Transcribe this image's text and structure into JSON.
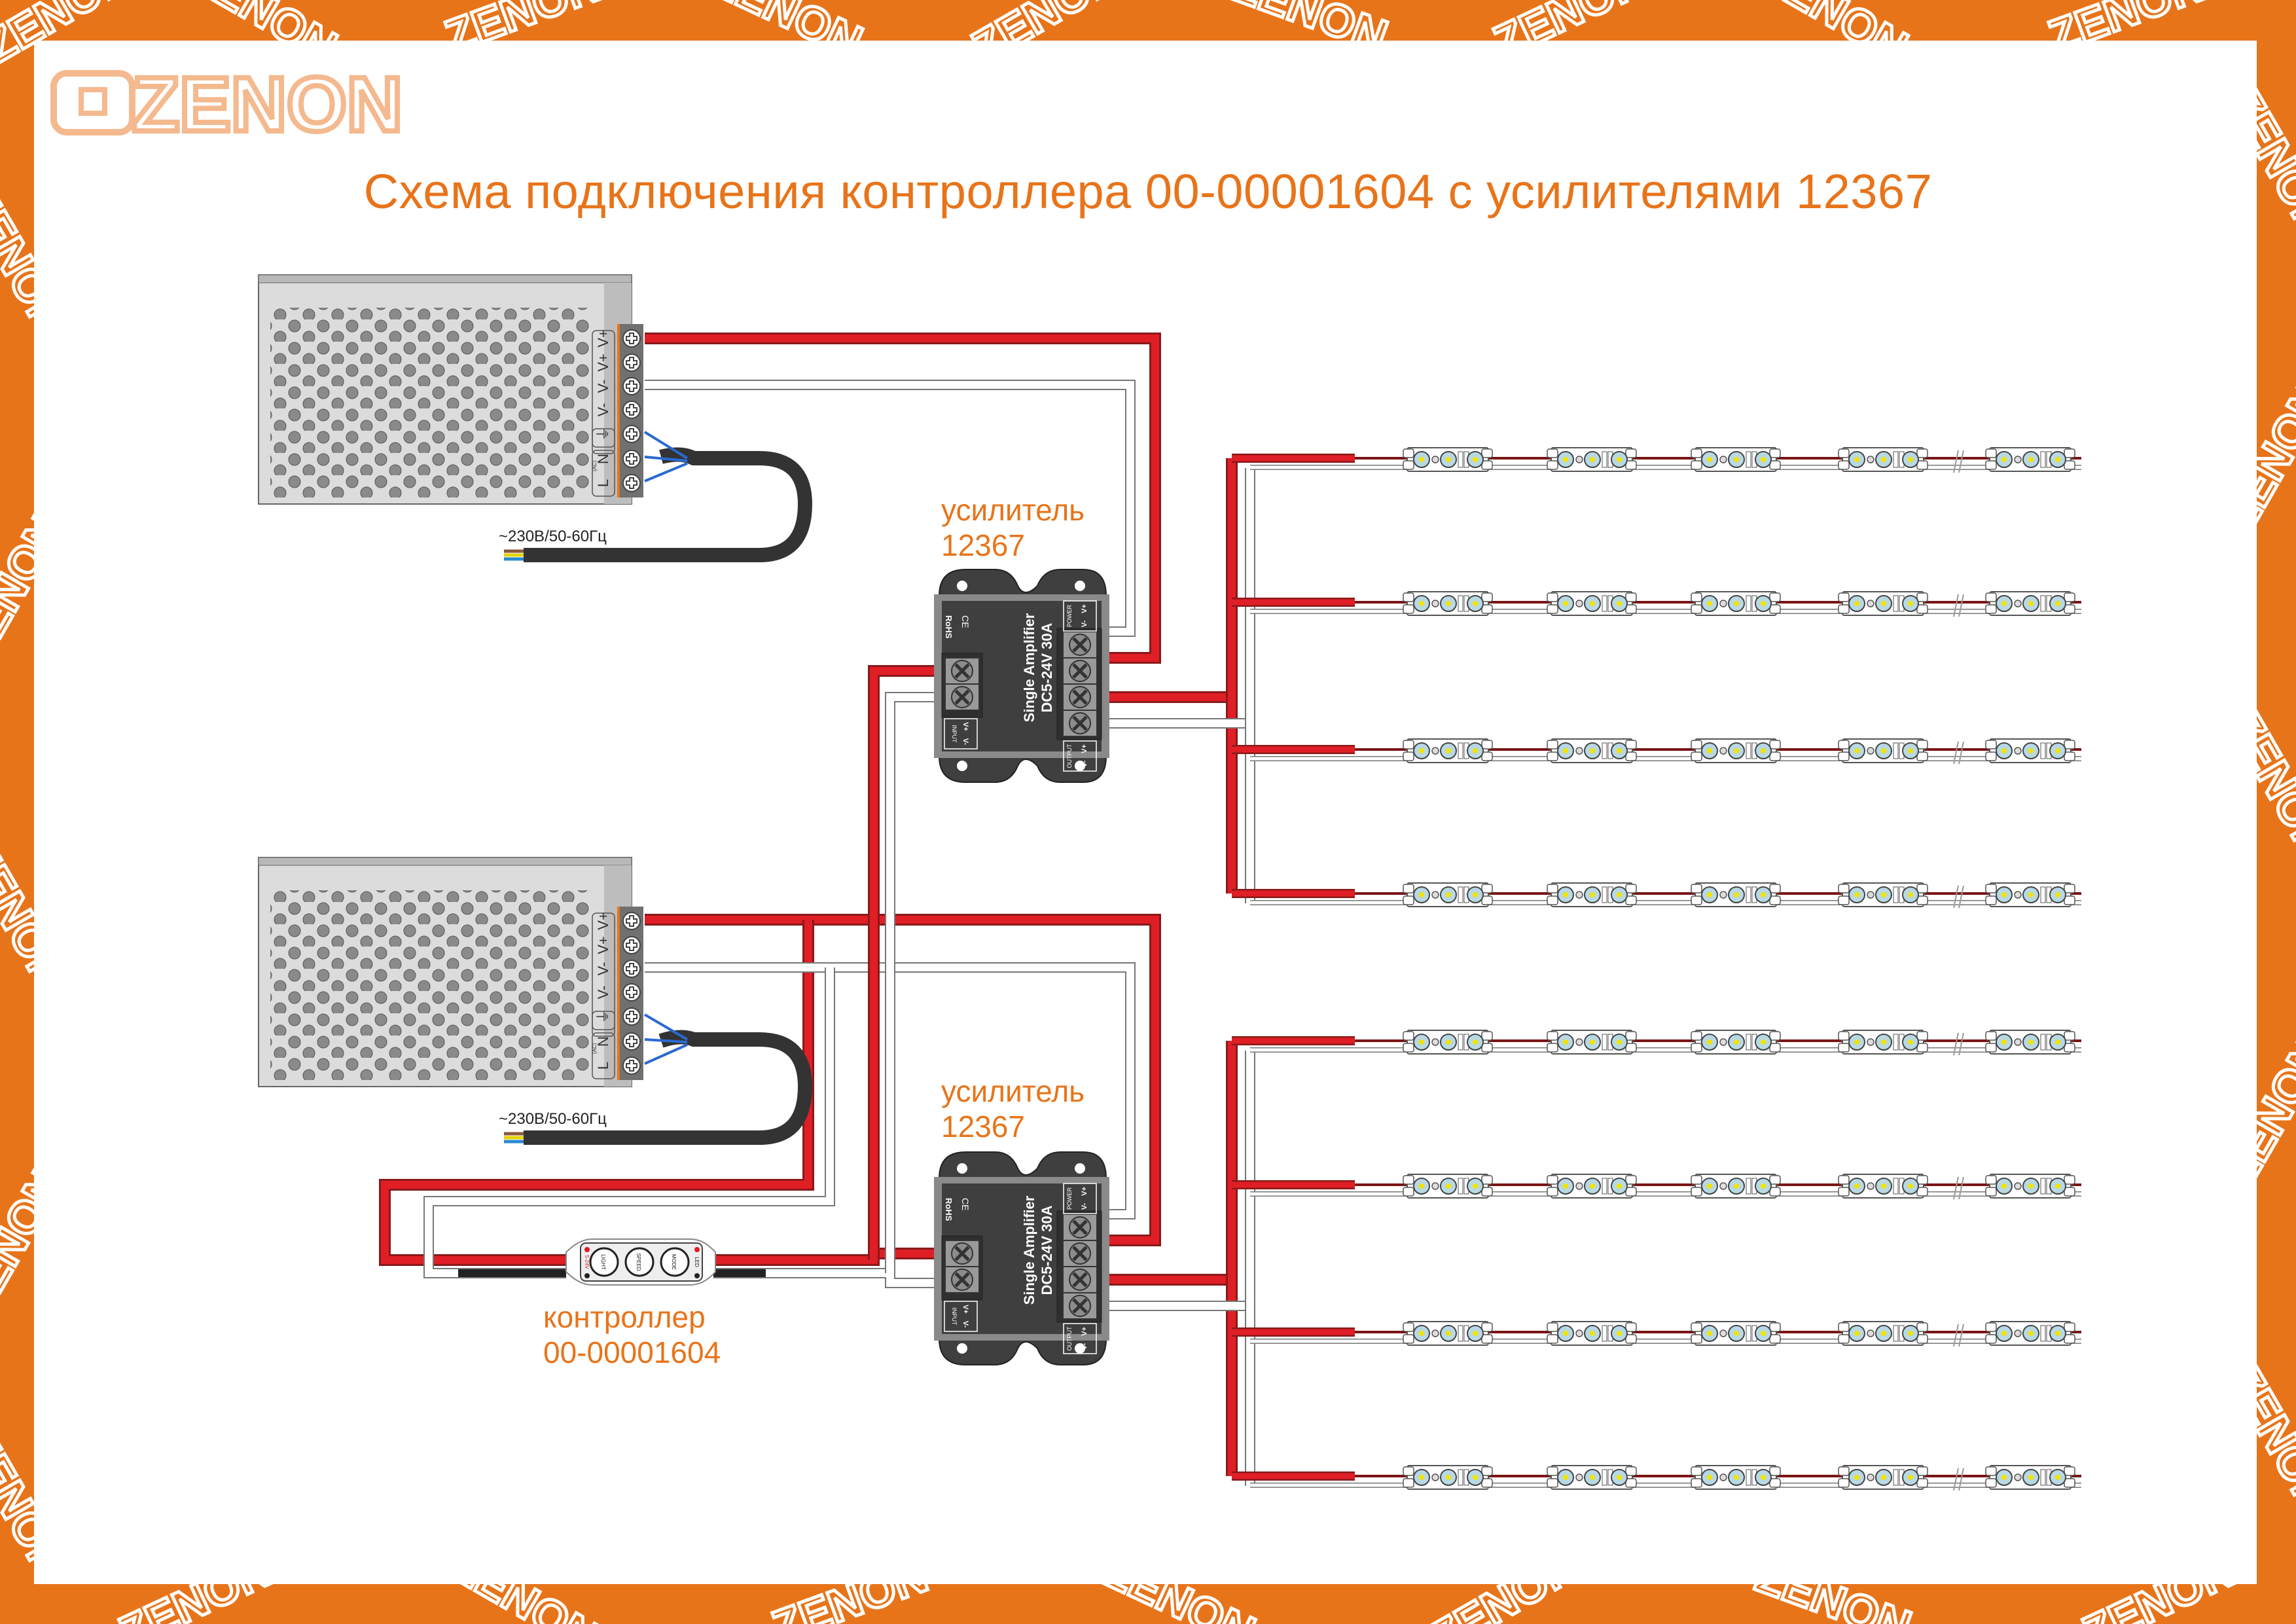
{
  "brand": {
    "logo_text": "ZENON",
    "frame_color": "#E8741A",
    "logo_color": "#F4B98E"
  },
  "title": "Схема подключения контроллера 00-00001604 с усилителями 12367",
  "power_supplies": [
    {
      "id": "psu-1",
      "terminals": [
        "V+",
        "V+",
        "V-",
        "V-",
        "⏚",
        "N",
        "L"
      ],
      "ac_tag": "(AC)",
      "mains_label": "~230В/50-60Гц"
    },
    {
      "id": "psu-2",
      "terminals": [
        "V+",
        "V+",
        "V-",
        "V-",
        "⏚",
        "N",
        "L"
      ],
      "ac_tag": "(AC)",
      "mains_label": "~230В/50-60Гц"
    }
  ],
  "amplifiers": [
    {
      "id": "amp-1",
      "caption_line1": "усилитель",
      "caption_line2": "12367",
      "model_line1": "Single Amplifier",
      "model_line2": "DC5-24V 30A",
      "marks": [
        "RoHS",
        "CE"
      ],
      "power_block": {
        "title": "POWER",
        "pins": [
          "V+",
          "V-"
        ]
      },
      "input_block": {
        "title": "INPUT",
        "pins": [
          "V+",
          "V-"
        ]
      },
      "output_block": {
        "title": "OUTPUT",
        "pins": [
          "V+",
          "V-"
        ]
      }
    },
    {
      "id": "amp-2",
      "caption_line1": "усилитель",
      "caption_line2": "12367",
      "model_line1": "Single Amplifier",
      "model_line2": "DC5-24V 30A",
      "marks": [
        "RoHS",
        "CE"
      ],
      "power_block": {
        "title": "POWER",
        "pins": [
          "V+",
          "V-"
        ]
      },
      "input_block": {
        "title": "INPUT",
        "pins": [
          "V+",
          "V-"
        ]
      },
      "output_block": {
        "title": "OUTPUT",
        "pins": [
          "V+",
          "V-"
        ]
      }
    }
  ],
  "controller": {
    "caption_line1": "контроллер",
    "caption_line2": "00-00001604",
    "input_label": "5-24V",
    "output_label": "LED",
    "buttons": [
      "LIGHT",
      "SPEED",
      "MODE"
    ]
  },
  "led_groups": [
    {
      "amp": "amp-1",
      "strips": 4,
      "modules_per_strip": 5,
      "leds_per_module": 3
    },
    {
      "amp": "amp-2",
      "strips": 4,
      "modules_per_strip": 5,
      "leds_per_module": 3
    }
  ],
  "colors": {
    "wire_positive": "#E01E26",
    "wire_negative": "#FFFFFF",
    "device_body": "#3F3F3F",
    "psu_body": "#DCDCDC",
    "accent_text": "#E8741A"
  }
}
